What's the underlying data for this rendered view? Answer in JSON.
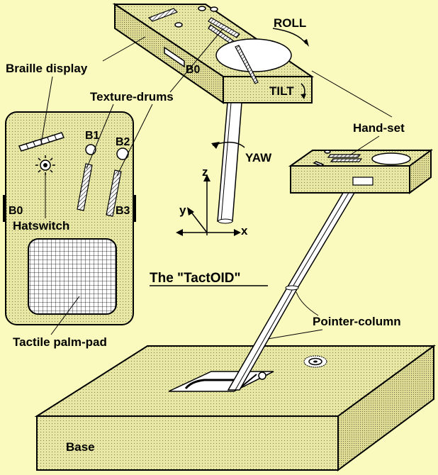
{
  "labels": {
    "roll": "ROLL",
    "tilt": "TILT",
    "yaw": "YAW",
    "b0_top": "B0",
    "braille_display": "Braille display",
    "texture_drums": "Texture-drums",
    "b1": "B1",
    "b2": "B2",
    "b0_side": "B0",
    "b3": "B3",
    "hatswitch": "Hatswitch",
    "tactile_palm_pad": "Tactile palm-pad",
    "hand_set": "Hand-set",
    "axis_z": "z",
    "axis_y": "y",
    "axis_x": "x",
    "title": "The \"TactOID\"",
    "pointer_column": "Pointer-column",
    "base": "Base"
  },
  "colors": {
    "background": "#fafabe",
    "body_fill": "#e6e6a0",
    "outline": "#000000"
  }
}
